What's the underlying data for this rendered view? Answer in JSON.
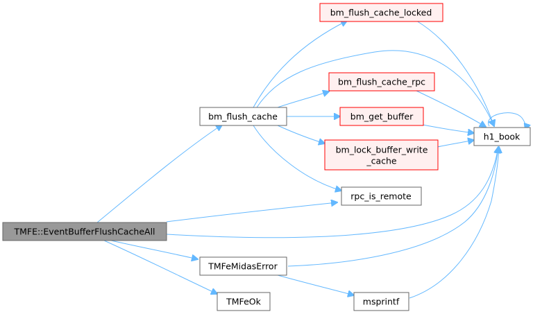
{
  "nodes": {
    "root": "TMFE::EventBufferFlushCacheAll",
    "bm_flush_cache": "bm_flush_cache",
    "bm_flush_cache_locked": "bm_flush_cache_locked",
    "bm_flush_cache_rpc": "bm_flush_cache_rpc",
    "bm_get_buffer": "bm_get_buffer",
    "bm_lock_buffer_write_cache_line1": "bm_lock_buffer_write",
    "bm_lock_buffer_write_cache_line2": "_cache",
    "rpc_is_remote": "rpc_is_remote",
    "h1_book": "h1_book",
    "TMFeMidasError": "TMFeMidasError",
    "TMFeOk": "TMFeOk",
    "msprintf": "msprintf"
  },
  "colors": {
    "edge": "#63b8ff",
    "root_fill": "#999999",
    "red_border": "#ff0000",
    "red_fill": "#fff0f0",
    "plain_border": "#666666"
  }
}
